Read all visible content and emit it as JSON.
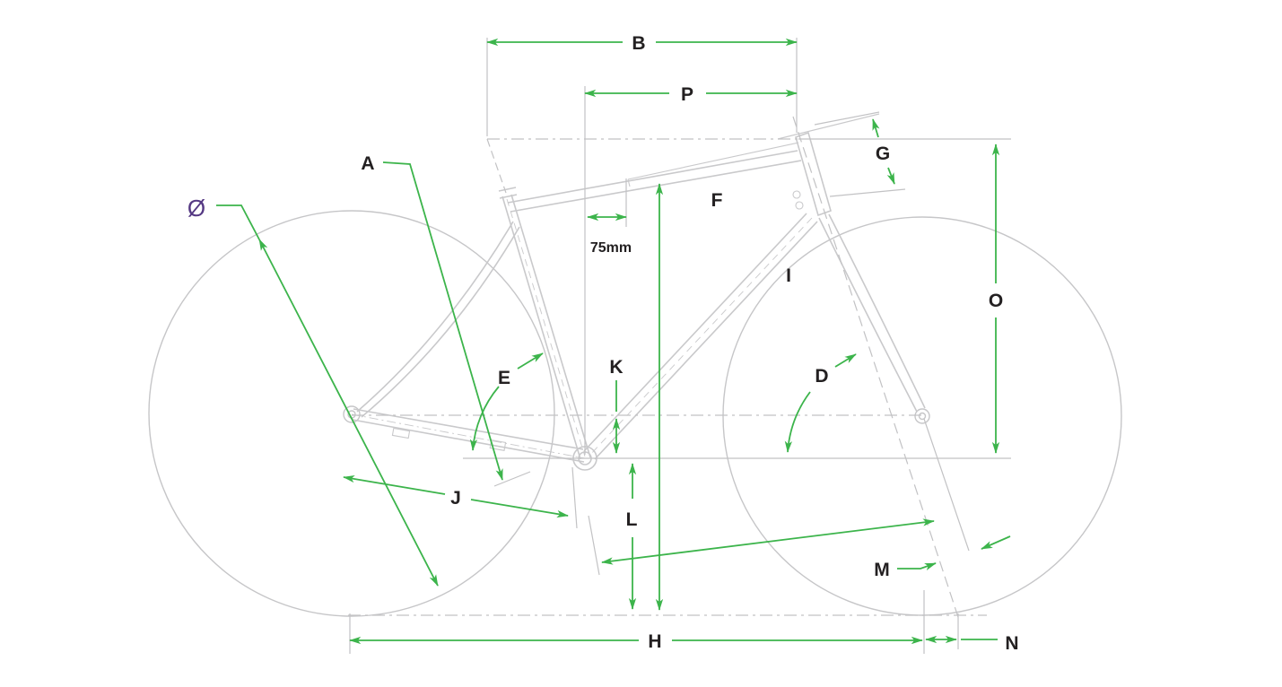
{
  "diagram": {
    "type": "bike-geometry-diagram",
    "colors": {
      "background": "#ffffff",
      "dimension_green": "#3cb44b",
      "diameter_purple": "#553983",
      "label_text": "#232021",
      "frame_gray": "#c9c9cb",
      "construction_gray": "#c2c2c4"
    },
    "labels": {
      "A": "A",
      "B": "B",
      "D": "D",
      "E": "E",
      "F": "F",
      "G": "G",
      "H": "H",
      "I": "I",
      "J": "J",
      "K": "K",
      "L": "L",
      "M": "M",
      "N": "N",
      "O": "O",
      "P": "P",
      "wheel_diameter": "Ø",
      "standover_offset": "75mm"
    }
  }
}
